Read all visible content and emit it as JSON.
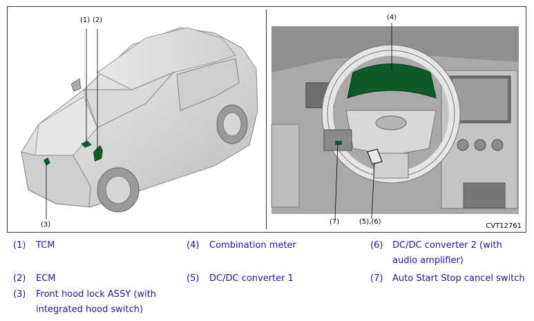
{
  "figure": {
    "image_code": "CVT12761",
    "callouts": {
      "c1": "(1)",
      "c2": "(2)",
      "c3": "(3)",
      "c4": "(4)",
      "c5_6": "(5),(6)",
      "c7": "(7)"
    }
  },
  "legend": [
    {
      "num": "(1)",
      "text": "TCM"
    },
    {
      "num": "(2)",
      "text": "ECM"
    },
    {
      "num": "(3)",
      "text": "Front hood lock ASSY (with integrated hood switch)"
    },
    {
      "num": "(4)",
      "text": "Combination meter"
    },
    {
      "num": "(5)",
      "text": "DC/DC converter 1"
    },
    {
      "num": "(6)",
      "text": "DC/DC converter 2 (with audio amplifier)"
    },
    {
      "num": "(7)",
      "text": "Auto Start Stop cancel switch"
    }
  ],
  "colors": {
    "highlight": "#0d5c2a",
    "legend_text": "#1a1aa8"
  }
}
